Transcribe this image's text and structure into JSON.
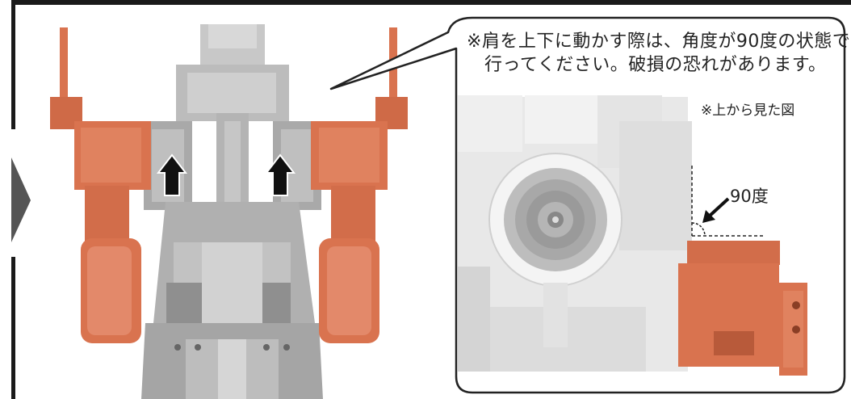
{
  "callout": {
    "line1": "※肩を上下に動かす際は、角度が90度の状態で",
    "line2": "行ってください。破損の恐れがあります。"
  },
  "inset": {
    "view_note": "※上から見た図",
    "angle_label": "90度"
  },
  "colors": {
    "accent_orange": "#d9734f",
    "part_gray": "#b9b9b9",
    "part_light": "#e6e6e6",
    "arrow": "#111111",
    "frame": "#1a1a1a",
    "nav_tab": "#555555"
  },
  "icons": [
    "up-arrow-icon",
    "next-step-tab-icon",
    "leader-arrow-icon"
  ]
}
